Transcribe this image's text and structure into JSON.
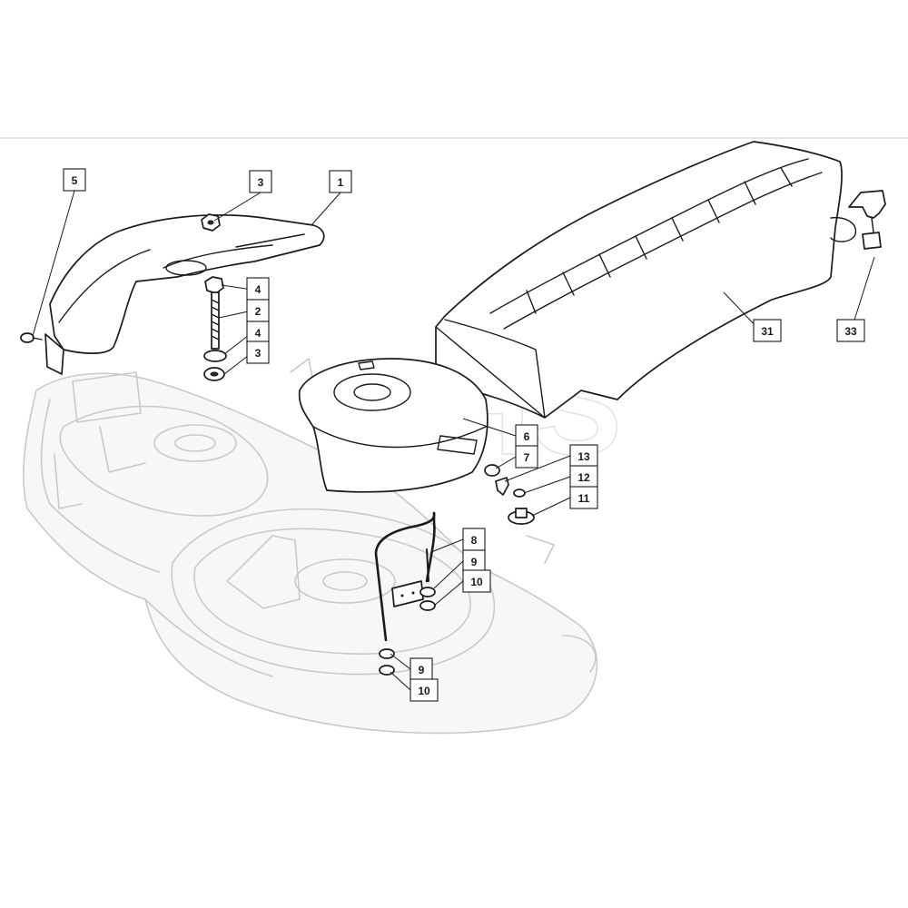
{
  "watermark_text": "GHS",
  "callouts": [
    {
      "id": "c5",
      "label": "5"
    },
    {
      "id": "c3a",
      "label": "3"
    },
    {
      "id": "c1",
      "label": "1"
    },
    {
      "id": "c4a",
      "label": "4"
    },
    {
      "id": "c2",
      "label": "2"
    },
    {
      "id": "c4b",
      "label": "4"
    },
    {
      "id": "c3b",
      "label": "3"
    },
    {
      "id": "c31",
      "label": "31"
    },
    {
      "id": "c33",
      "label": "33"
    },
    {
      "id": "c6",
      "label": "6"
    },
    {
      "id": "c7",
      "label": "7"
    },
    {
      "id": "c13",
      "label": "13"
    },
    {
      "id": "c12",
      "label": "12"
    },
    {
      "id": "c11",
      "label": "11"
    },
    {
      "id": "c8",
      "label": "8"
    },
    {
      "id": "c9a",
      "label": "9"
    },
    {
      "id": "c10a",
      "label": "10"
    },
    {
      "id": "c9b",
      "label": "9"
    },
    {
      "id": "c10b",
      "label": "10"
    }
  ]
}
